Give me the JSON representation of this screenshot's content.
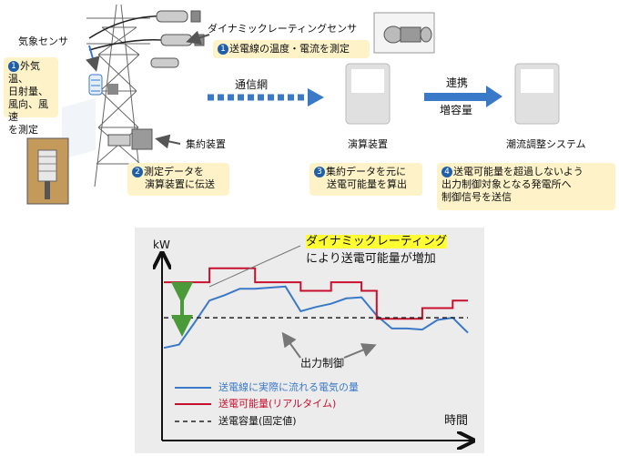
{
  "top": {
    "weather_sensor_label": "気象センサ",
    "dlr_sensor_label": "ダイナミックレーティングセンサ",
    "network_label": "通信網",
    "aggregator_label": "集約装置",
    "compute_label": "演算装置",
    "link_label": "連携",
    "capacity_up_label": "増容量",
    "flow_system_label": "潮流調整システム",
    "steps": [
      {
        "num": "1",
        "lines": [
          "外気温、",
          "日射量、",
          "風向、風速",
          "を測定"
        ]
      },
      {
        "num": "1",
        "lines": [
          "送電線の温度・電流を測定"
        ]
      },
      {
        "num": "2",
        "lines": [
          "測定データを",
          "演算装置に伝送"
        ]
      },
      {
        "num": "3",
        "lines": [
          "集約データを元に",
          "送電可能量を算出"
        ]
      },
      {
        "num": "4",
        "lines": [
          "送電可能量を超過しないよう",
          "出力制御対象となる発電所へ",
          "制御信号を送信"
        ]
      }
    ]
  },
  "chart_data": {
    "type": "line",
    "ylabel": "kW",
    "xlabel": "時間",
    "x": [
      0,
      1,
      2,
      3,
      4,
      5,
      6,
      7,
      8,
      9,
      10,
      11,
      12,
      13,
      14,
      15,
      16,
      17,
      18,
      19,
      20
    ],
    "series": [
      {
        "name": "送電線に実際に流れる電気の量",
        "color": "#3a78c8",
        "values": [
          3.2,
          3.5,
          5.5,
          7.6,
          8.1,
          8.7,
          8.7,
          8.8,
          8.9,
          6.6,
          7.0,
          7.3,
          7.8,
          7.9,
          6.2,
          5.0,
          5.0,
          4.9,
          5.8,
          6.0,
          4.6
        ]
      },
      {
        "name": "送電可能量(リアルタイム)",
        "color": "#c8102e",
        "values": [
          9.3,
          9.3,
          9.3,
          10.6,
          10.6,
          10.6,
          9.3,
          9.3,
          9.3,
          8.5,
          8.5,
          9.3,
          9.3,
          8.5,
          5.9,
          5.9,
          5.9,
          6.9,
          6.9,
          7.6,
          7.6
        ]
      },
      {
        "name": "送電容量(固定値)",
        "color": "#222222",
        "values": [
          6.0,
          6.0,
          6.0,
          6.0,
          6.0,
          6.0,
          6.0,
          6.0,
          6.0,
          6.0,
          6.0,
          6.0,
          6.0,
          6.0,
          6.0,
          6.0,
          6.0,
          6.0,
          6.0,
          6.0,
          6.0
        ]
      }
    ],
    "annotations": {
      "dlr_highlight": "ダイナミックレーティング",
      "dlr_increase": "により送電可能量が増加",
      "output_control": "出力制御"
    },
    "grid": false,
    "legend": "bottom-left"
  }
}
